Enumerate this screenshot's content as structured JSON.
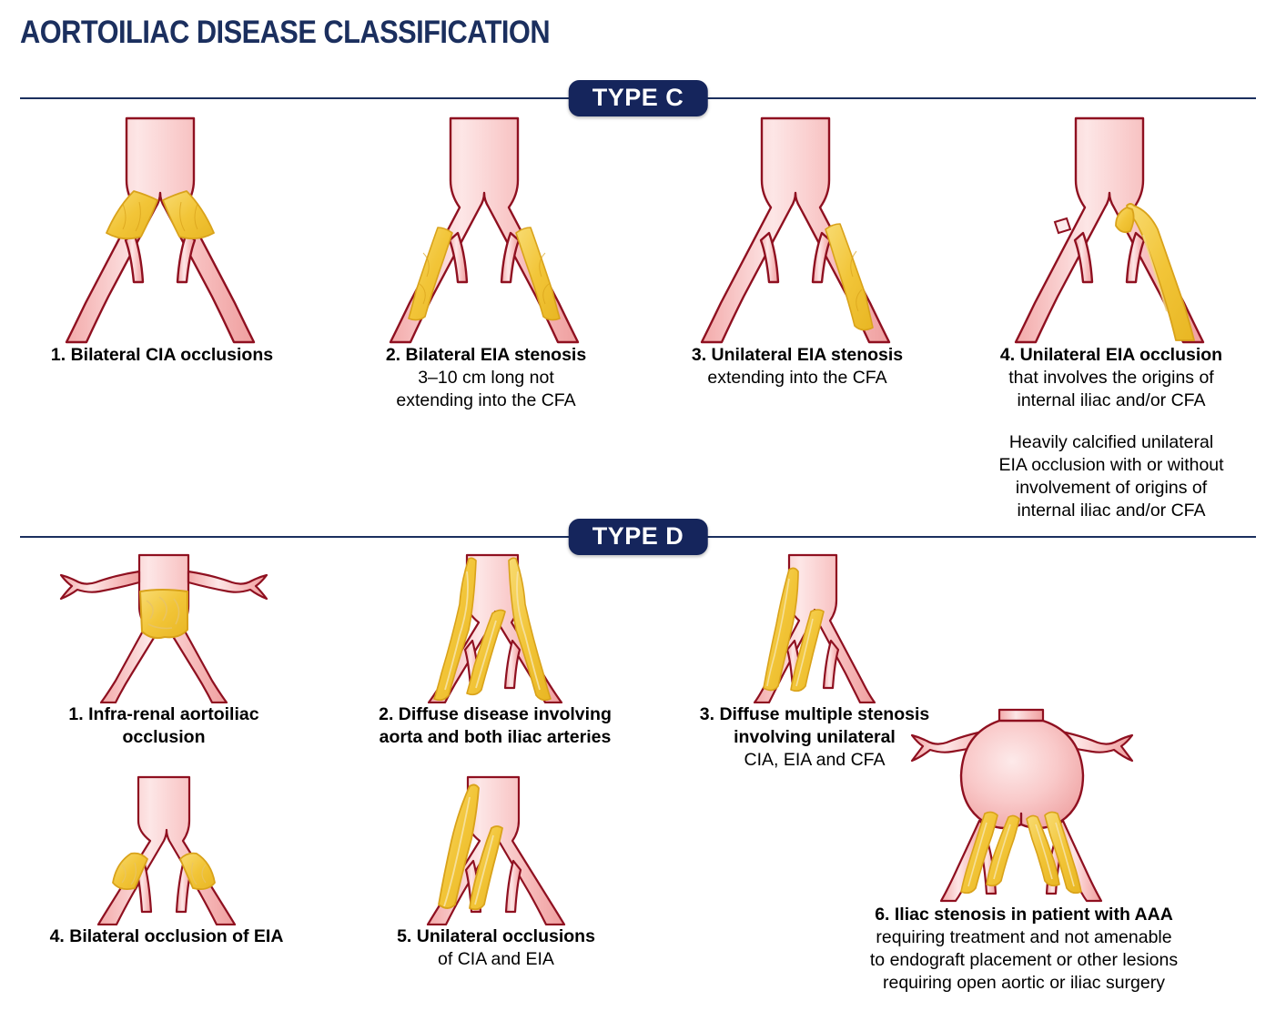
{
  "title": "AORTOILIAC DISEASE CLASSIFICATION",
  "sections": [
    {
      "badge": "TYPE C",
      "items": [
        {
          "number": "1.",
          "bold_lines": [
            "Bilateral CIA occlusions"
          ],
          "regular_lines": [],
          "extra_paragraph": []
        },
        {
          "number": "2.",
          "bold_lines": [
            "Bilateral EIA stenosis"
          ],
          "regular_lines": [
            "3–10 cm long not",
            "extending into the CFA"
          ],
          "extra_paragraph": []
        },
        {
          "number": "3.",
          "bold_lines": [
            "Unilateral EIA stenosis"
          ],
          "regular_lines": [
            "extending into the CFA"
          ],
          "extra_paragraph": []
        },
        {
          "number": "4.",
          "bold_lines": [
            "Unilateral EIA occlusion"
          ],
          "regular_lines": [
            "that involves the origins of",
            "internal iliac and/or CFA"
          ],
          "extra_paragraph": [
            "Heavily calcified unilateral",
            "EIA occlusion with or without",
            "involvement of origins of",
            "internal iliac and/or CFA"
          ]
        }
      ]
    },
    {
      "badge": "TYPE D",
      "items": [
        {
          "number": "1.",
          "bold_lines": [
            "Infra-renal aortoiliac",
            "occlusion"
          ],
          "regular_lines": [],
          "extra_paragraph": []
        },
        {
          "number": "2.",
          "bold_lines": [
            "Diffuse disease involving",
            "aorta and both iliac arteries"
          ],
          "regular_lines": [],
          "extra_paragraph": []
        },
        {
          "number": "3.",
          "bold_lines": [
            "Diffuse multiple stenosis",
            "involving unilateral"
          ],
          "regular_lines": [
            "CIA, EIA and CFA"
          ],
          "extra_paragraph": []
        },
        {
          "number": "4.",
          "bold_lines": [
            "Bilateral occlusion of EIA"
          ],
          "regular_lines": [],
          "extra_paragraph": []
        },
        {
          "number": "5.",
          "bold_lines": [
            "Unilateral occlusions"
          ],
          "regular_lines": [
            "of CIA and EIA"
          ],
          "extra_paragraph": []
        },
        {
          "number": "6.",
          "bold_lines": [
            "Iliac stenosis in patient with AAA"
          ],
          "regular_lines": [
            "requiring treatment and not amenable",
            "to endograft placement or other lesions",
            "requiring open aortic or iliac surgery"
          ],
          "extra_paragraph": []
        }
      ]
    }
  ],
  "colors": {
    "navy": "#1b2f5e",
    "badge_navy": "#15255c",
    "vessel_pink": "#f7bcbc",
    "vessel_pink_light": "#fde3e3",
    "vessel_outline": "#8f1020",
    "plaque_yellow": "#f5cc46",
    "plaque_outline": "#d9a21a",
    "text_black": "#000000",
    "background": "#ffffff"
  },
  "illustrations": {
    "c1": "bilateral-cia-occlusion-artwork",
    "c2": "bilateral-eia-stenosis-artwork",
    "c3": "unilateral-eia-stenosis-artwork",
    "c4": "unilateral-eia-occlusion-artwork",
    "d1": "infrarenal-aortoiliac-occlusion-artwork",
    "d2": "diffuse-aorta-both-iliac-artwork",
    "d3": "diffuse-multiple-stenosis-unilateral-artwork",
    "d4": "bilateral-eia-occlusion-artwork",
    "d5": "unilateral-cia-eia-occlusion-artwork",
    "d6": "iliac-stenosis-with-aaa-artwork"
  }
}
